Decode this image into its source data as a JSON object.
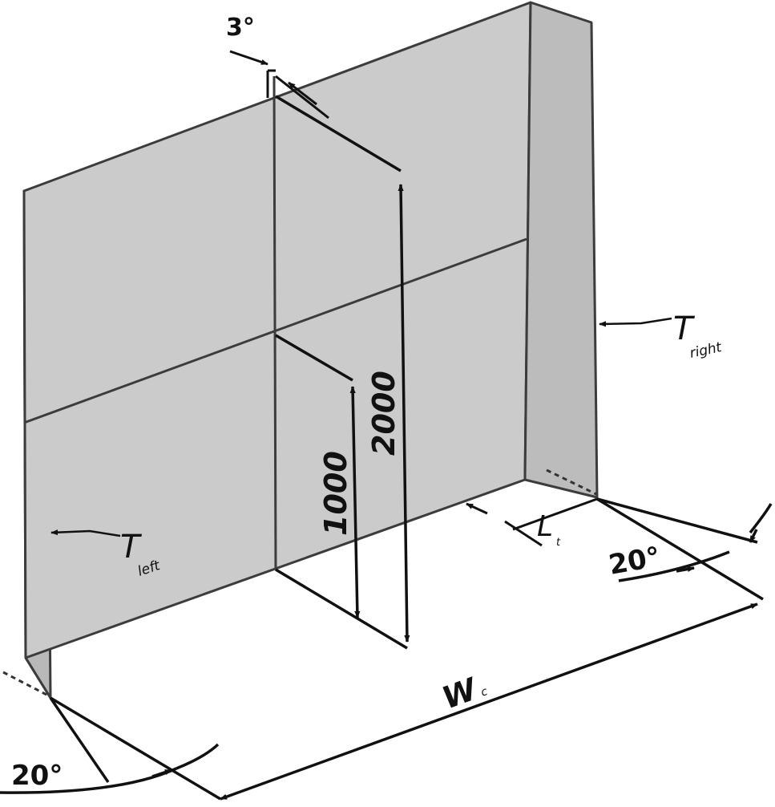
{
  "labels": {
    "tilt_angle": "3°",
    "height_upper": "2000",
    "height_lower": "1000",
    "thickness_right_main": "T",
    "thickness_right_sub": "right",
    "thickness_left_main": "T",
    "thickness_left_sub": "left",
    "offset_main": "L",
    "offset_sub": "t",
    "width_main": "W",
    "width_sub": "c",
    "angle_right": "20°",
    "angle_left": "20°"
  },
  "colors": {
    "wall_fill": "#cbcbcb",
    "wall_side_fill": "#b9b9b9",
    "wall_edge": "#3c3c3c",
    "dim_line": "#111111"
  }
}
